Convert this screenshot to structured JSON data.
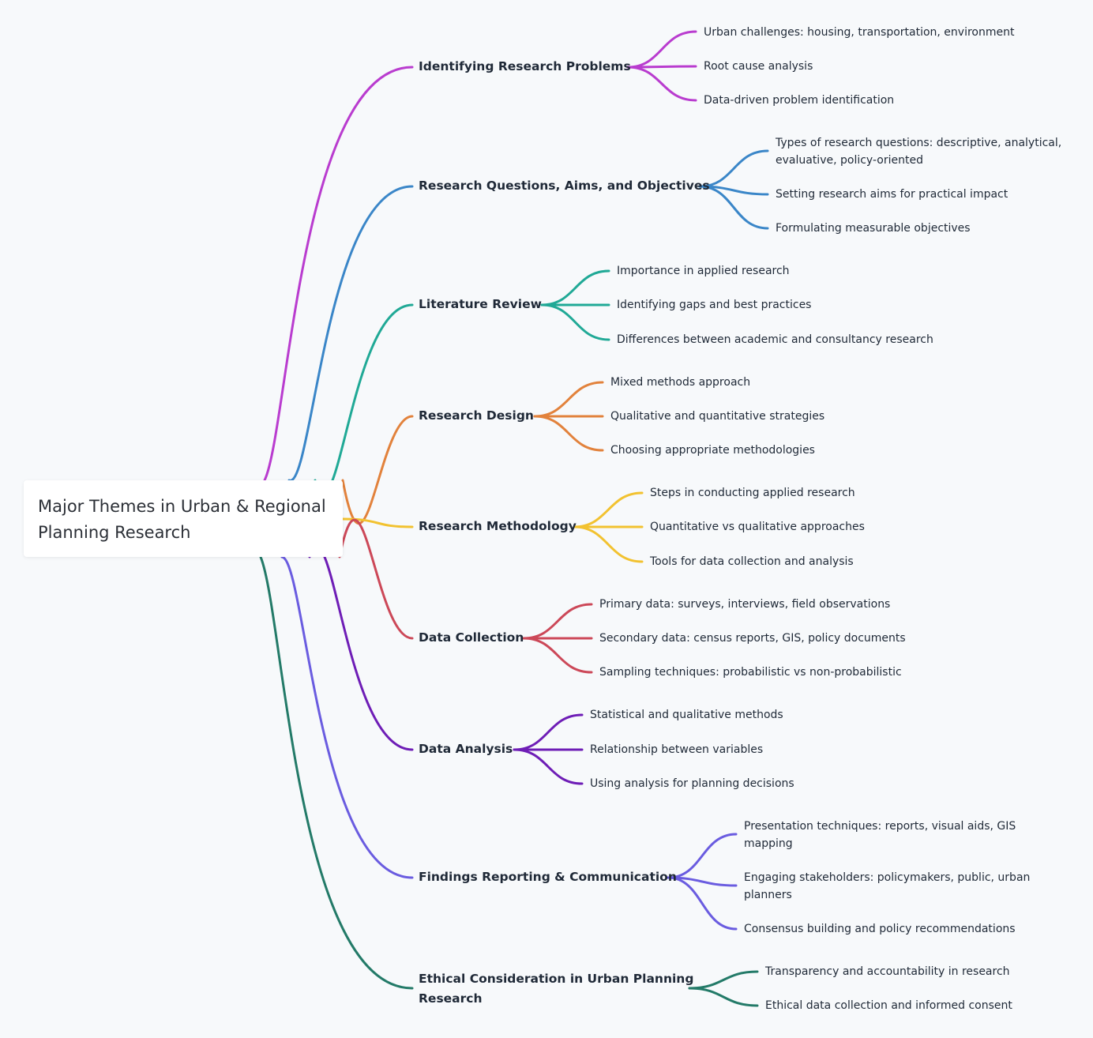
{
  "root": {
    "label": "Major Themes in Urban & Regional Planning Research"
  },
  "branches": [
    {
      "label": "Identifying Research Problems",
      "color": "#b93ccf",
      "children": [
        "Urban challenges: housing, transportation, environment",
        "Root cause analysis",
        "Data-driven problem identification"
      ]
    },
    {
      "label": "Research Questions, Aims, and Objectives",
      "color": "#3a86c8",
      "children": [
        "Types of research questions: descriptive, analytical, evaluative, policy-oriented",
        "Setting research aims for practical impact",
        "Formulating measurable objectives"
      ]
    },
    {
      "label": "Literature Review",
      "color": "#20a996",
      "children": [
        "Importance in applied research",
        "Identifying gaps and best practices",
        "Differences between academic and consultancy research"
      ]
    },
    {
      "label": "Research Design",
      "color": "#e2823c",
      "children": [
        "Mixed methods approach",
        "Qualitative and quantitative strategies",
        "Choosing appropriate methodologies"
      ]
    },
    {
      "label": "Research Methodology",
      "color": "#f2c230",
      "children": [
        "Steps in conducting applied research",
        "Quantitative vs qualitative approaches",
        "Tools for data collection and analysis"
      ]
    },
    {
      "label": "Data Collection",
      "color": "#cc4858",
      "children": [
        "Primary data: surveys, interviews, field observations",
        "Secondary data: census reports, GIS, policy documents",
        "Sampling techniques: probabilistic vs non-probabilistic"
      ]
    },
    {
      "label": "Data Analysis",
      "color": "#6e1db6",
      "children": [
        "Statistical and qualitative methods",
        "Relationship between variables",
        "Using analysis for planning decisions"
      ]
    },
    {
      "label": "Findings Reporting & Communication",
      "color": "#6a5ce0",
      "children": [
        "Presentation techniques: reports, visual aids, GIS mapping",
        "Engaging stakeholders: policymakers, public, urban planners",
        "Consensus building and policy recommendations"
      ]
    },
    {
      "label": "Ethical Consideration in Urban Planning Research",
      "color": "#237a68",
      "children": [
        "Transparency and accountability in research",
        "Ethical data collection and informed consent"
      ]
    }
  ]
}
